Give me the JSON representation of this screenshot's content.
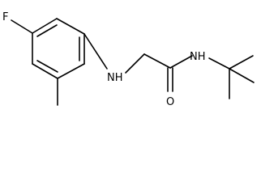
{
  "atoms": {
    "fluorine": "F",
    "amine_nh": "NH",
    "amide_nh": "NH",
    "carbonyl_o": "O"
  },
  "colors": {
    "bond": "#000000",
    "label": "#000000",
    "background": "#ffffff"
  }
}
